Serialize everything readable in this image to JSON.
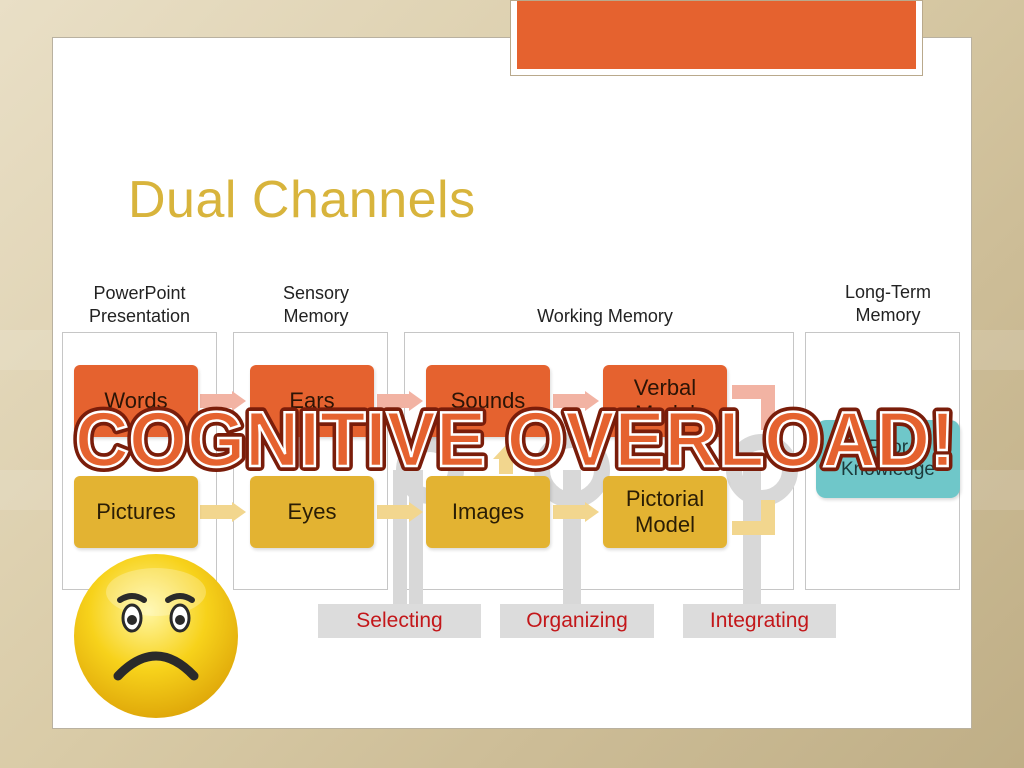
{
  "slide": {
    "title": "Dual Channels"
  },
  "columns": [
    {
      "label_line1": "PowerPoint",
      "label_line2": "Presentation"
    },
    {
      "label_line1": "Sensory",
      "label_line2": "Memory"
    },
    {
      "label_line1": "Working Memory",
      "label_line2": ""
    },
    {
      "label_line1": "Long-Term",
      "label_line2": "Memory"
    }
  ],
  "nodes": {
    "words": "Words",
    "pictures": "Pictures",
    "ears": "Ears",
    "eyes": "Eyes",
    "sounds": "Sounds",
    "images": "Images",
    "verbal_model": "Verbal Model",
    "pictorial_model": "Pictorial Model",
    "prior_knowledge": "Prior Knowledge"
  },
  "processes": {
    "selecting": "Selecting",
    "organizing": "Organizing",
    "integrating": "Integrating"
  },
  "overlay": {
    "text": "COGNITIVE OVERLOAD!"
  },
  "colors": {
    "title": "#d8b43c",
    "orange": "#e5622f",
    "yellow": "#e3b332",
    "teal": "#6fc7c9",
    "process_text": "#c3171a",
    "overload_fill": "#e5622f",
    "overload_stroke": "#7a1d0a"
  },
  "icons": {
    "emoji": "sad-face-emoji-icon"
  }
}
